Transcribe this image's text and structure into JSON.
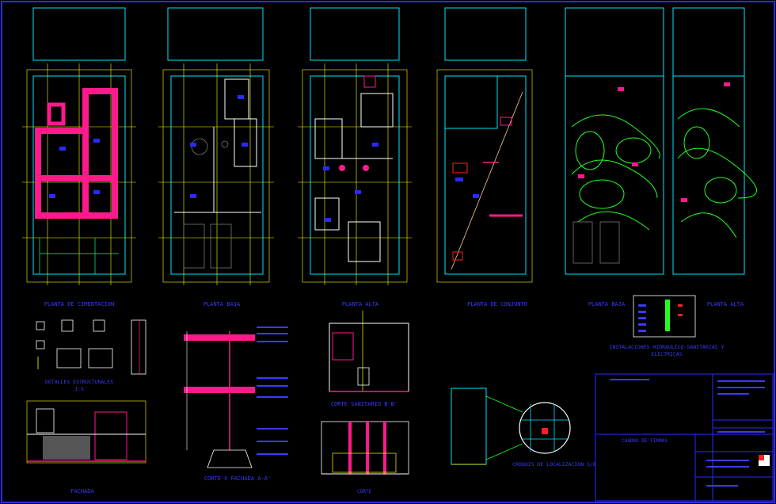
{
  "labels": {
    "plan_cimentacion": "PLANTA DE CIMENTACION",
    "plan_baja": "PLANTA BAJA",
    "plan_alta": "PLANTA ALTA",
    "plan_conjunto": "PLANTA DE CONJUNTO",
    "plan_baja_inst": "PLANTA BAJA",
    "plan_alta_inst": "PLANTA ALTA",
    "instalaciones": "INSTALACIONES HIDRAULICO-SANITARIAS Y",
    "instalaciones_sub": "ELECTRICAS",
    "detalles": "DETALLES ESTRUCTURALES",
    "detalles_scale": "1:5",
    "fachada": "FACHADA",
    "corte_fachada": "CORTE X FACHADA  A-A'",
    "corte_sanitario": "CORTE SANITARIO  B-B'",
    "corte": "CORTE",
    "croquis": "CROQUIS DE LOCALIZACION  S/E",
    "cuadro_firmas": "CUADRO DE FIRMAS"
  },
  "colors": {
    "background": "#000000",
    "frame": "#2a2aff",
    "wall": "#00e5ff",
    "label": "#3a3aff",
    "grid_yellow": "#ffff00",
    "axis_red": "#ff2020",
    "magenta": "#ff1a8c",
    "green": "#22ff22",
    "white": "#ffffff"
  }
}
